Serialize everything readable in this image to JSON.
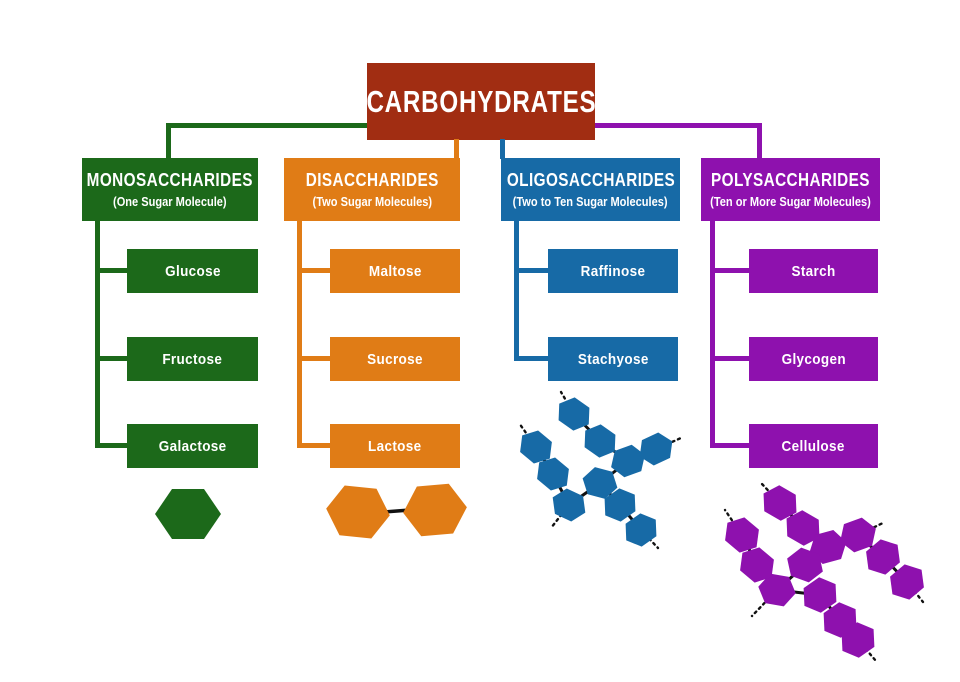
{
  "title": "CARBOHYDRATES",
  "colors": {
    "root": "#A12D12",
    "mono": "#1C691A",
    "di": "#E07C16",
    "oligo": "#176AA6",
    "poly": "#8E11AE",
    "bond": "#111111",
    "text": "#FFFFFF",
    "background": "#FFFFFF"
  },
  "categories": [
    {
      "name": "MONOSACCHARIDES",
      "subtitle": "(One Sugar Molecule)",
      "members": [
        "Glucose",
        "Fructose",
        "Galactose"
      ],
      "molecule": "single-hexagon"
    },
    {
      "name": "DISACCHARIDES",
      "subtitle": "(Two Sugar Molecules)",
      "members": [
        "Maltose",
        "Sucrose",
        "Lactose"
      ],
      "molecule": "two-linked-hexagons"
    },
    {
      "name": "OLIGOSACCHARIDES",
      "subtitle": "(Two to Ten Sugar Molecules)",
      "members": [
        "Raffinose",
        "Stachyose"
      ],
      "molecule": "branched-chain-of-hexagons"
    },
    {
      "name": "POLYSACCHARIDES",
      "subtitle": "(Ten or More Sugar Molecules)",
      "members": [
        "Starch",
        "Glycogen",
        "Cellulose"
      ],
      "molecule": "long-branched-chain-of-hexagons"
    }
  ]
}
